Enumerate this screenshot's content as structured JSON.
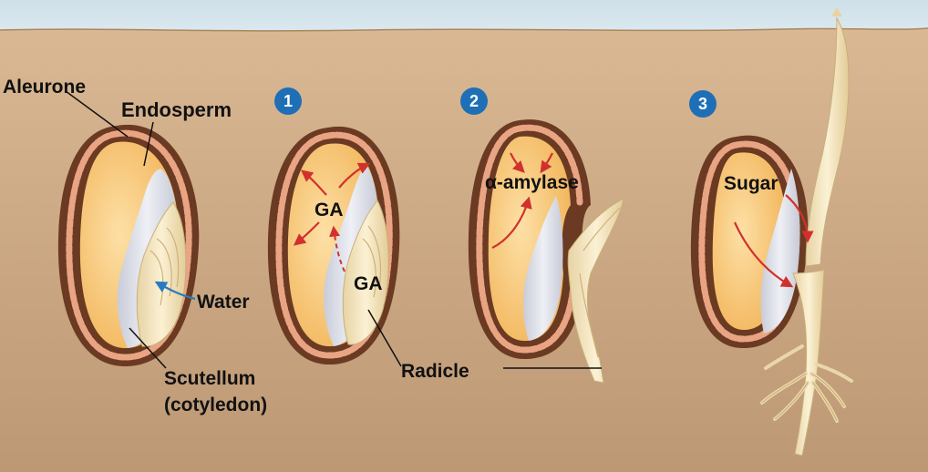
{
  "labels": {
    "aleurone": "Aleurone",
    "endosperm": "Endosperm",
    "water": "Water",
    "scutellum_line1": "Scutellum",
    "scutellum_line2": "(cotyledon)",
    "ga_endosperm": "GA",
    "ga_embryo": "GA",
    "alpha_amylase": "α-amylase",
    "radicle": "Radicle",
    "sugar": "Sugar"
  },
  "steps": [
    "1",
    "2",
    "3"
  ],
  "colors": {
    "sky": "#d3e3ec",
    "soil_top": "#d7b48e",
    "soil_bottom": "#bf9b76",
    "seed_coat": "#6b3a22",
    "aleurone_cell": "#e9a483",
    "endosperm": "#f8c774",
    "scutellum": "#d6d8e2",
    "embryo": "#efe2bd",
    "badge": "#1f6fb6",
    "arrow_red": "#d0312d",
    "arrow_blue": "#2a7ac0"
  }
}
